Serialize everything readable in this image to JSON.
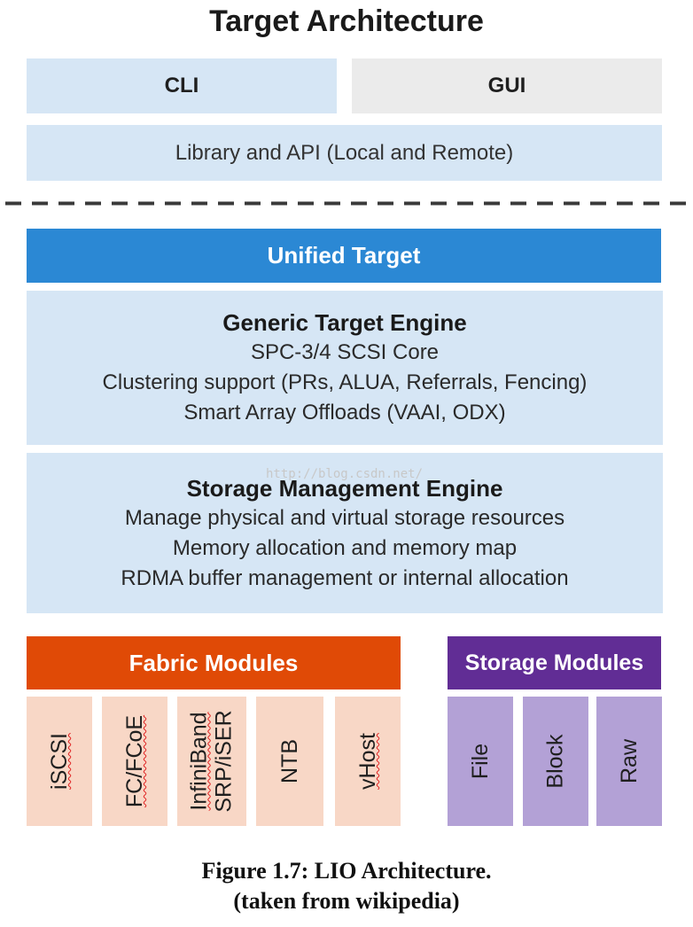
{
  "title": "Target Architecture",
  "top": {
    "cli_label": "CLI",
    "gui_label": "GUI",
    "library_label": "Library and API (Local and Remote)"
  },
  "unified_target": {
    "label": "Unified Target"
  },
  "generic_engine": {
    "title": "Generic Target Engine",
    "lines": [
      "SPC-3/4 SCSI Core",
      "Clustering support (PRs, ALUA, Referrals, Fencing)",
      "Smart Array Offloads (VAAI, ODX)"
    ]
  },
  "storage_engine": {
    "title": "Storage Management Engine",
    "lines": [
      "Manage physical and virtual storage resources",
      "Memory allocation and memory map",
      "RDMA buffer management or internal allocation"
    ]
  },
  "watermark": "http://blog.csdn.net/",
  "fabric_modules": {
    "header": "Fabric Modules",
    "items": [
      {
        "lines": [
          "iSCSI"
        ]
      },
      {
        "lines": [
          "FC/FCoE"
        ]
      },
      {
        "lines": [
          "InfiniBand",
          "SRP/iSER"
        ]
      },
      {
        "lines": [
          "NTB"
        ]
      },
      {
        "lines": [
          "vHost"
        ]
      }
    ]
  },
  "storage_modules": {
    "header": "Storage Modules",
    "items": [
      {
        "lines": [
          "File"
        ]
      },
      {
        "lines": [
          "Block"
        ]
      },
      {
        "lines": [
          "Raw"
        ]
      }
    ]
  },
  "caption": {
    "line1": "Figure 1.7: LIO Architecture.",
    "line2": "(taken from wikipedia)"
  },
  "colors": {
    "light_blue": "#d6e6f5",
    "light_gray": "#ebebeb",
    "unified_blue": "#2b88d4",
    "fabric_orange": "#e04a06",
    "fabric_peach": "#f8d7c6",
    "storage_purple": "#612d95",
    "storage_lavender": "#b3a1d6"
  }
}
